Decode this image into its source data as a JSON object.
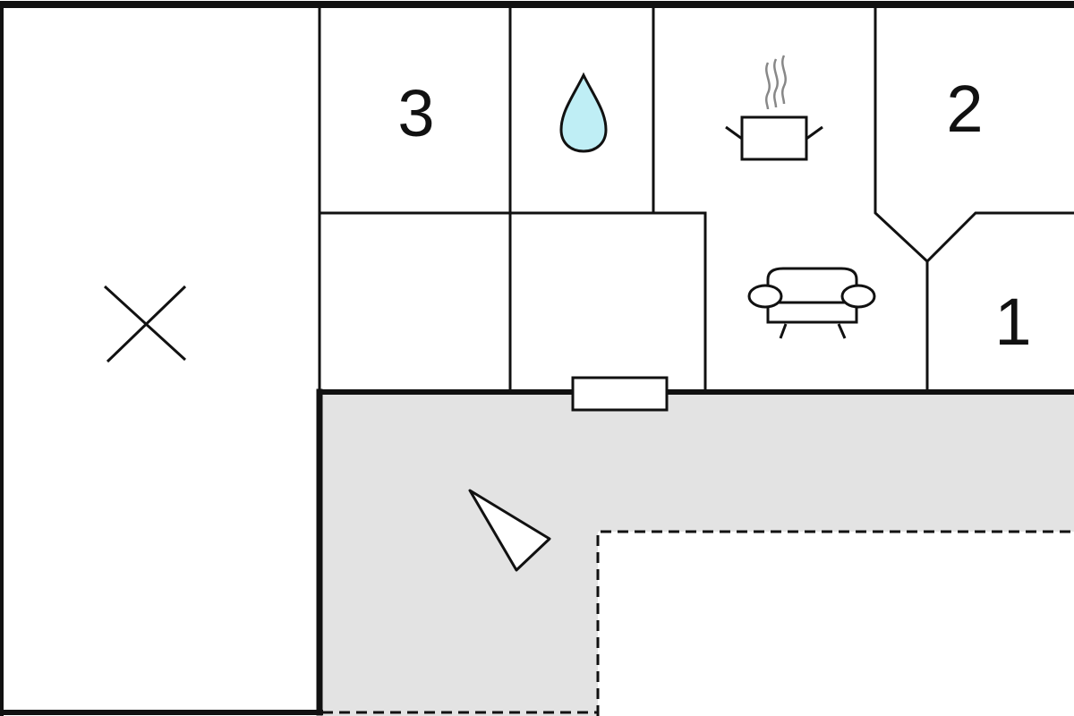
{
  "floorplan": {
    "room_labels": {
      "room_3": "3",
      "room_2": "2",
      "room_1": "1"
    },
    "icons": [
      "cross-icon",
      "water-drop-icon",
      "cooking-pot-icon",
      "sofa-icon",
      "compass-triangle-icon"
    ],
    "colors": {
      "wall": "#111111",
      "terrace": "#e3e3e3",
      "water": "#bfeef5"
    }
  }
}
